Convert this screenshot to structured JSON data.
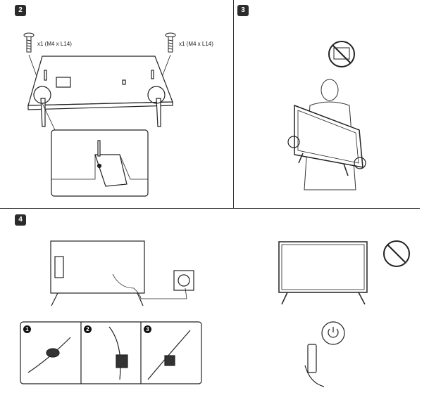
{
  "steps": {
    "step2": "2",
    "step3": "3",
    "step4": "4"
  },
  "screws": {
    "left_label": "x1 (M4 x L14)",
    "right_label": "x1 (M4 x L14)"
  },
  "cable_steps": {
    "one": "1",
    "two": "2",
    "three": "3"
  }
}
